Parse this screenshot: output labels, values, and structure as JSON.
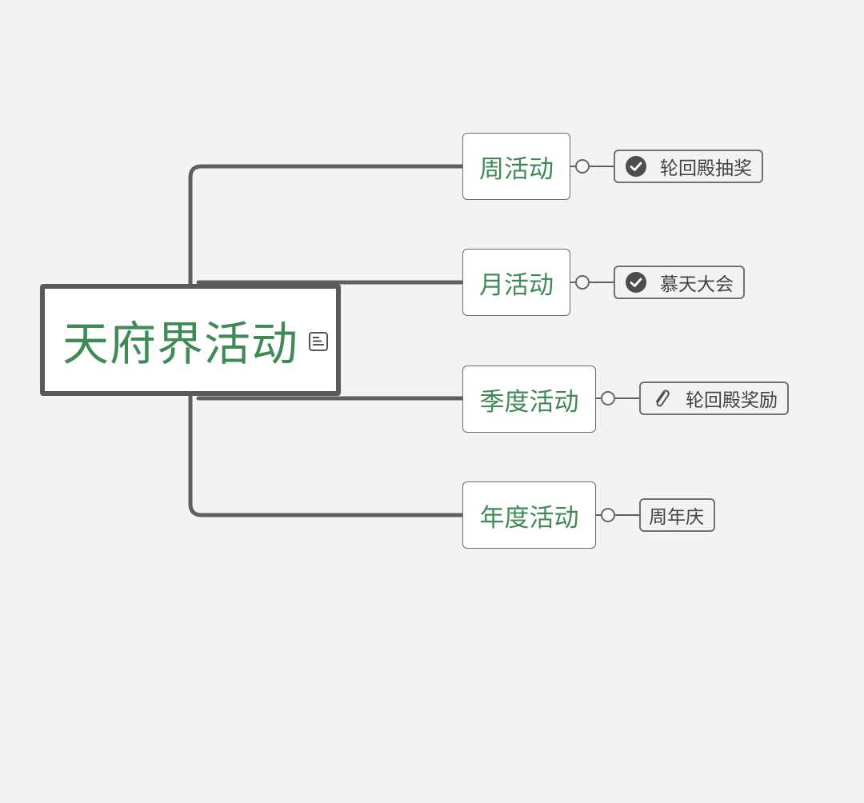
{
  "map": {
    "root": {
      "label": "天府界活动",
      "icon": "note-icon"
    },
    "branches": [
      {
        "label": "周活动",
        "child": {
          "label": "轮回殿抽奖",
          "icon": "check-circle-icon"
        }
      },
      {
        "label": "月活动",
        "child": {
          "label": "慕天大会",
          "icon": "check-circle-icon"
        }
      },
      {
        "label": "季度活动",
        "child": {
          "label": "轮回殿奖励",
          "icon": "paperclip-icon"
        }
      },
      {
        "label": "年度活动",
        "child": {
          "label": "周年庆",
          "icon": ""
        }
      }
    ]
  },
  "colors": {
    "background": "#f3f3f3",
    "topic_text": "#3f8a55",
    "connector": "#5f5f5f",
    "leaf_text": "#444444"
  }
}
